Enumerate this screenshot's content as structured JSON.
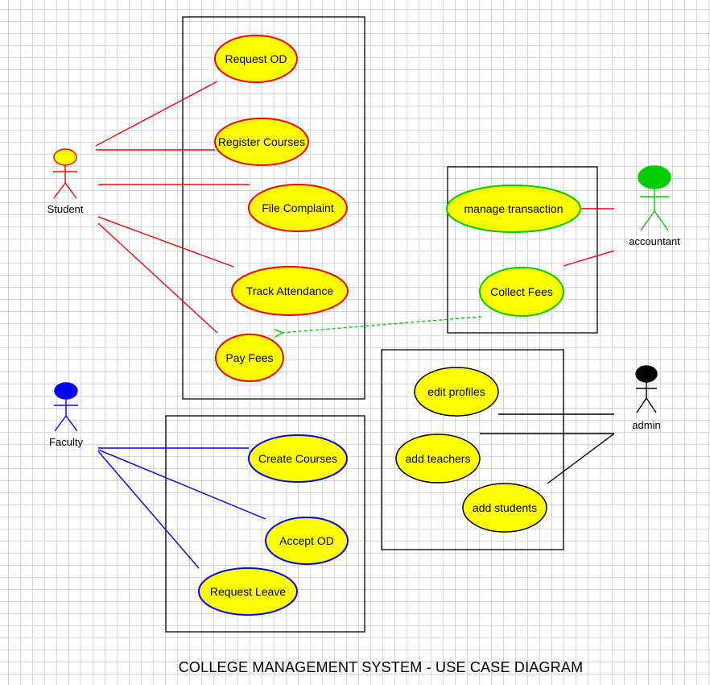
{
  "title": "COLLEGE MANAGEMENT SYSTEM - USE CASE DIAGRAM",
  "colors": {
    "student": "#ff0000",
    "faculty": "#0000ff",
    "accountant": "#00cc00",
    "admin": "#000000",
    "usecase_fill": "#ffff00",
    "include_arrow": "#00cc00"
  },
  "actors": {
    "student": {
      "label": "Student"
    },
    "faculty": {
      "label": "Faculty"
    },
    "accountant": {
      "label": "accountant"
    },
    "admin": {
      "label": "admin"
    }
  },
  "usecases": {
    "request_od": "Request OD",
    "register_courses": "Register Courses",
    "file_complaint": "File Complaint",
    "track_attendance": "Track Attendance",
    "pay_fees": "Pay Fees",
    "manage_transaction": "manage transaction",
    "collect_fees": "Collect Fees",
    "edit_profiles": "edit profiles",
    "add_teachers": "add teachers",
    "add_students": "add students",
    "create_courses": "Create Courses",
    "accept_od": "Accept OD",
    "request_leave": "Request Leave"
  }
}
